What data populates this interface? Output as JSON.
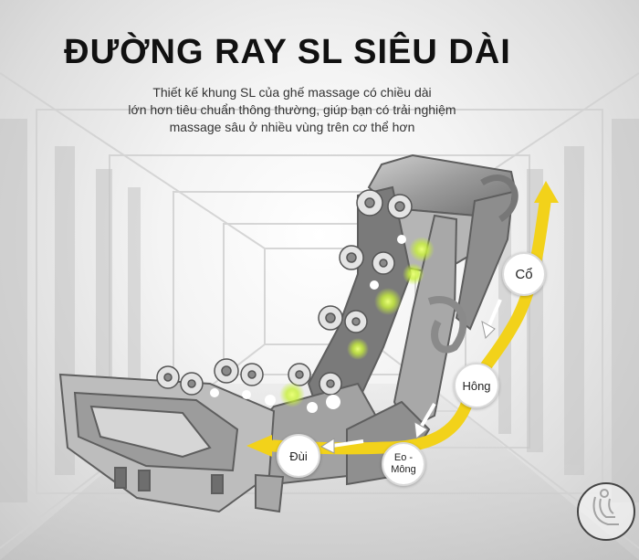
{
  "title": "ĐƯỜNG RAY SL SIÊU DÀI",
  "description": {
    "line1": "Thiết kế khung SL của ghế massage có chiều dài",
    "line2": "lớn hơn tiêu chuẩn thông thường, giúp bạn có trải nghiệm",
    "line3": "massage sâu ở nhiều vùng trên cơ thể hơn"
  },
  "labels": {
    "neck": "Cổ",
    "hip": "Hông",
    "waist": "Eo - Mông",
    "thigh": "Đùi"
  },
  "colors": {
    "path_yellow": "#f2d21a",
    "roller_glow": "#c8f03a",
    "frame_steel": "#a9a9a9"
  },
  "icons": {
    "logo": "seated-body-icon"
  }
}
